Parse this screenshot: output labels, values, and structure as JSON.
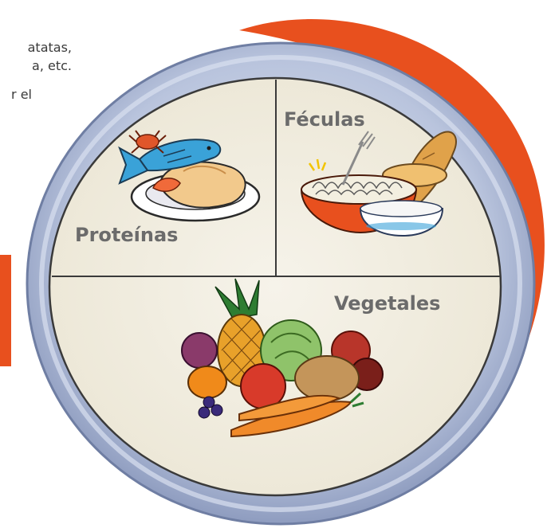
{
  "background_text": {
    "line1": "atatas,",
    "line2": "a, etc.",
    "line3": "r el"
  },
  "plate": {
    "sections": {
      "feculas": "Féculas",
      "proteinas": "Proteínas",
      "vegetales": "Vegetales"
    }
  },
  "colors": {
    "accent_orange": "#e8501e",
    "plate_rim": "#a9b6d3",
    "plate_surface": "#f3f0e4",
    "label_gray": "#6b6b6b"
  }
}
